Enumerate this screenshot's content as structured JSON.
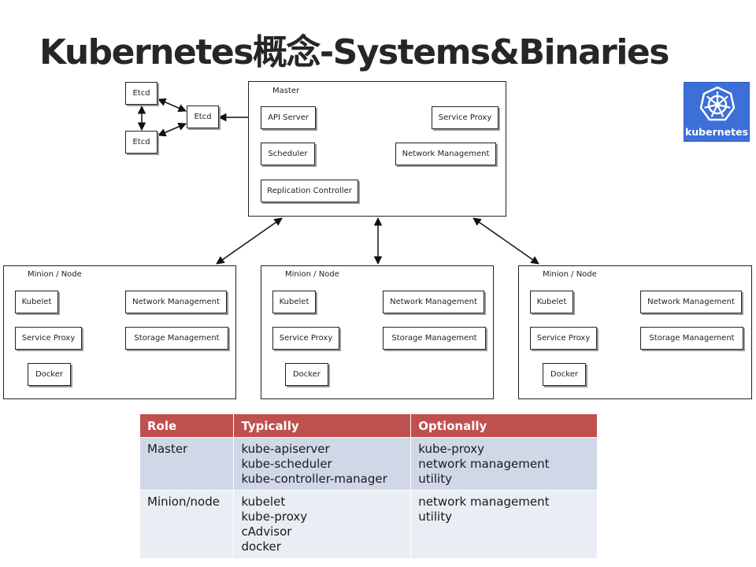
{
  "title": "Kubernetes概念-Systems&Binaries",
  "logo": {
    "text": "kubernetes",
    "color": "#3d6fd8"
  },
  "diagram": {
    "etcd_cluster": [
      "Etcd",
      "Etcd",
      "Etcd"
    ],
    "master": {
      "label": "Master",
      "components": [
        "API Server",
        "Service Proxy",
        "Scheduler",
        "Network Management",
        "Replication Controller"
      ]
    },
    "nodes": [
      {
        "label": "Minion / Node",
        "components": [
          "Kubelet",
          "Network Management",
          "Service Proxy",
          "Storage Management",
          "Docker"
        ]
      },
      {
        "label": "Minion / Node",
        "components": [
          "Kubelet",
          "Network Management",
          "Service Proxy",
          "Storage Management",
          "Docker"
        ]
      },
      {
        "label": "Minion / Node",
        "components": [
          "Kubelet",
          "Network Management",
          "Service Proxy",
          "Storage Management",
          "Docker"
        ]
      }
    ]
  },
  "table": {
    "headers": [
      "Role",
      "Typically",
      "Optionally"
    ],
    "rows": [
      {
        "role": "Master",
        "typically": [
          "kube-apiserver",
          "kube-scheduler",
          "kube-controller-manager"
        ],
        "optionally": [
          "kube-proxy",
          "network management",
          "utility"
        ]
      },
      {
        "role": "Minion/node",
        "typically": [
          "kubelet",
          "kube-proxy",
          "cAdvisor",
          "docker"
        ],
        "optionally": [
          "network management",
          "utility"
        ]
      }
    ],
    "header_color": "#c0504d",
    "row_colors": [
      "#d0d8e8",
      "#e9edf4"
    ]
  }
}
